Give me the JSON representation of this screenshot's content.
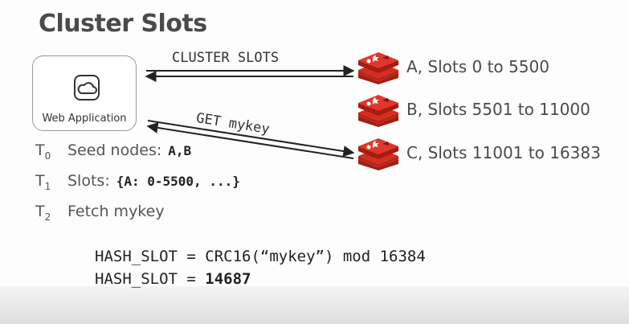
{
  "title": "Cluster Slots",
  "web_app": {
    "label": "Web Application",
    "icon": "cloud-app-icon"
  },
  "arrows": [
    {
      "label": "CLUSTER SLOTS"
    },
    {
      "label": "GET mykey"
    }
  ],
  "nodes": [
    {
      "label": "A, Slots 0 to 5500",
      "icon": "redis-icon"
    },
    {
      "label": "B, Slots 5501 to 11000",
      "icon": "redis-icon"
    },
    {
      "label": "C, Slots 11001 to 16383",
      "icon": "redis-icon"
    }
  ],
  "steps": [
    {
      "t": "T",
      "sub": "0",
      "text": "Seed nodes:",
      "code": "A,B"
    },
    {
      "t": "T",
      "sub": "1",
      "text": "Slots:",
      "code": "{A: 0-5500, ...}"
    },
    {
      "t": "T",
      "sub": "2",
      "text": "Fetch mykey",
      "code": ""
    }
  ],
  "hash": {
    "line1": "HASH_SLOT = CRC16(“mykey”) mod 16384",
    "line2_prefix": "HASH_SLOT = ",
    "line2_value": "14687"
  },
  "colors": {
    "redis_red": "#d82c20",
    "redis_dark": "#a41e11",
    "arrow": "#222222"
  }
}
